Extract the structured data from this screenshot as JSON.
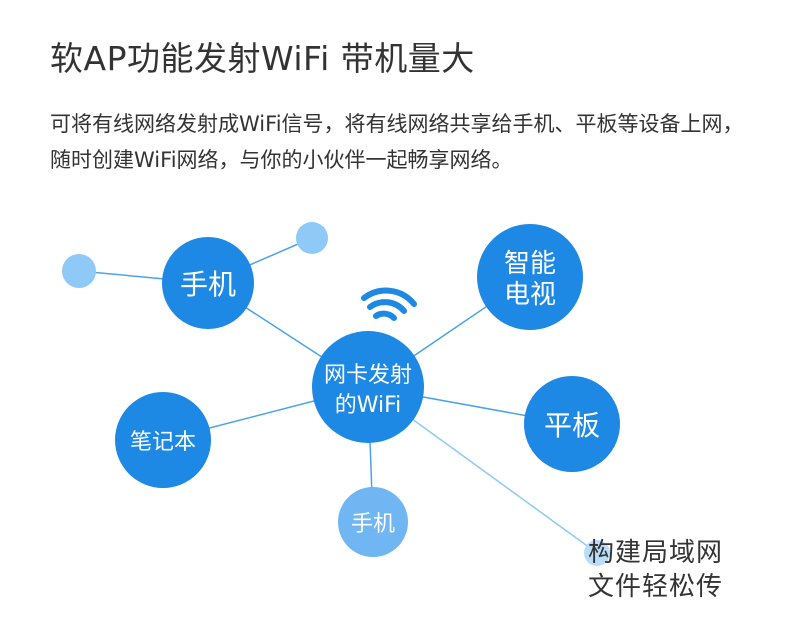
{
  "header": {
    "title": "软AP功能发射WiFi  带机量大",
    "description": "可将有线网络发射成WiFi信号，将有线网络共享给手机、平板等设备上网，随时创建WiFi网络，与你的小伙伴一起畅享网络。"
  },
  "diagram": {
    "center": {
      "line1": "网卡发射",
      "line2": "的WiFi"
    },
    "phone_top": "手机",
    "smart_tv": {
      "line1": "智能",
      "line2": "电视"
    },
    "tablet": "平板",
    "laptop": "笔记本",
    "phone_bottom": "手机",
    "lan": {
      "line1": "构建局域网",
      "line2": "文件轻松传"
    }
  },
  "colors": {
    "primary": "#1e88e5",
    "light": "#8ec9f7",
    "line": "#4aa3e8",
    "text": "#333333"
  }
}
